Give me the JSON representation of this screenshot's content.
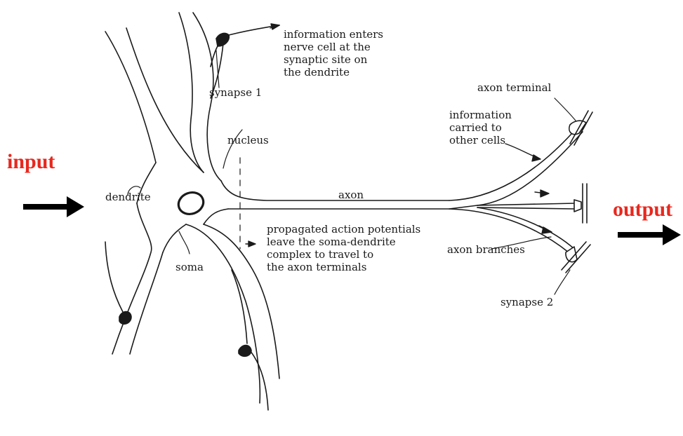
{
  "colors": {
    "ink": "#1a1a1a",
    "io_label": "#e8281e",
    "arrow": "#000000"
  },
  "io": {
    "input_label": "input",
    "output_label": "output"
  },
  "labels": {
    "info_enters": "information enters\nnerve cell at the\nsynaptic site on\nthe dendrite",
    "synapse1": "synapse 1",
    "nucleus": "nucleus",
    "dendrite": "dendrite",
    "soma": "soma",
    "axon": "axon",
    "propagated": "propagated action potentials\nleave the soma-dendrite\ncomplex to travel to\nthe axon terminals",
    "axon_terminal": "axon terminal",
    "info_carried": "information\ncarried to\nother cells",
    "axon_branches": "axon branches",
    "synapse2": "synapse 2"
  }
}
